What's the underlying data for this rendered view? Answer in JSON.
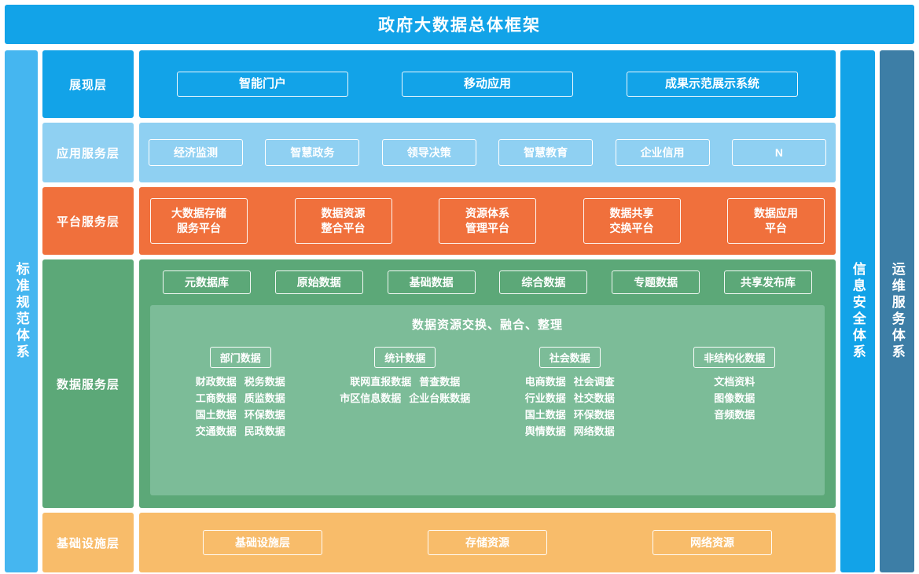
{
  "title": "政府大数据总体框架",
  "side_bars": {
    "left": "标准规范体系",
    "right_inner": "信息安全体系",
    "right_outer": "运维服务体系"
  },
  "colors": {
    "title_bar": "#12A3E8",
    "presentation": "#12A3E8",
    "application": "#8FD0F2",
    "platform": "#F0703C",
    "data": "#5CA878",
    "data_inner": "#7CBC98",
    "infrastructure": "#F8BC6A",
    "left_bar": "#45B6F0",
    "security_bar": "#12A3E8",
    "ops_bar": "#3D7EA6"
  },
  "layers": {
    "presentation": {
      "label": "展现层",
      "items": [
        "智能门户",
        "移动应用",
        "成果示范展示系统"
      ]
    },
    "application": {
      "label": "应用服务层",
      "items": [
        "经济监测",
        "智慧政务",
        "领导决策",
        "智慧教育",
        "企业信用",
        "N"
      ]
    },
    "platform": {
      "label": "平台服务层",
      "items": [
        {
          "line1": "大数据存储",
          "line2": "服务平台"
        },
        {
          "line1": "数据资源",
          "line2": "整合平台"
        },
        {
          "line1": "资源体系",
          "line2": "管理平台"
        },
        {
          "line1": "数据共享",
          "line2": "交换平台"
        },
        {
          "line1": "数据应用",
          "line2": "平台"
        }
      ]
    },
    "data": {
      "label": "数据服务层",
      "top_items": [
        "元数据库",
        "原始数据",
        "基础数据",
        "综合数据",
        "专题数据",
        "共享发布库"
      ],
      "inner_title": "数据资源交换、融合、整理",
      "categories": [
        {
          "head": "部门数据",
          "lines": [
            [
              "财政数据",
              "税务数据"
            ],
            [
              "工商数据",
              "质监数据"
            ],
            [
              "国土数据",
              "环保数据"
            ],
            [
              "交通数据",
              "民政数据"
            ]
          ]
        },
        {
          "head": "统计数据",
          "lines": [
            [
              "联网直报数据",
              "普查数据"
            ],
            [
              "市区信息数据",
              "企业台账数据"
            ]
          ]
        },
        {
          "head": "社会数据",
          "lines": [
            [
              "电商数据",
              "社会调查"
            ],
            [
              "行业数据",
              "社交数据"
            ],
            [
              "国土数据",
              "环保数据"
            ],
            [
              "舆情数据",
              "网络数据"
            ]
          ]
        },
        {
          "head": "非结构化数据",
          "lines": [
            [
              "文档资料"
            ],
            [
              "图像数据"
            ],
            [
              "音频数据"
            ]
          ]
        }
      ]
    },
    "infrastructure": {
      "label": "基础设施层",
      "items": [
        "基础设施层",
        "存储资源",
        "网络资源"
      ]
    }
  }
}
